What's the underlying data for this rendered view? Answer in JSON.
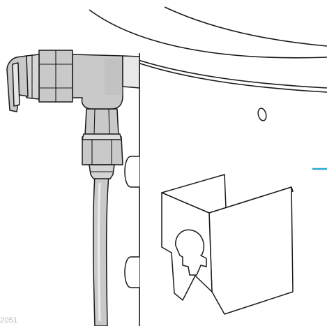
{
  "figure": {
    "id_text": "2051"
  },
  "colors": {
    "line": "#1a1a1a",
    "metal_fill": "#c9c9c9",
    "metal_light": "#e6e6e6",
    "metal_dark": "#a6a6a6",
    "bracket_fill": "#ffffff",
    "pointer_accent": "#2aa7cc"
  },
  "parts": {
    "vessel": "vessel-body",
    "lid": "vessel-lid",
    "valve": "angle-valve-assembly",
    "hose": "drain-hose",
    "bracket": "hose-bracket"
  }
}
